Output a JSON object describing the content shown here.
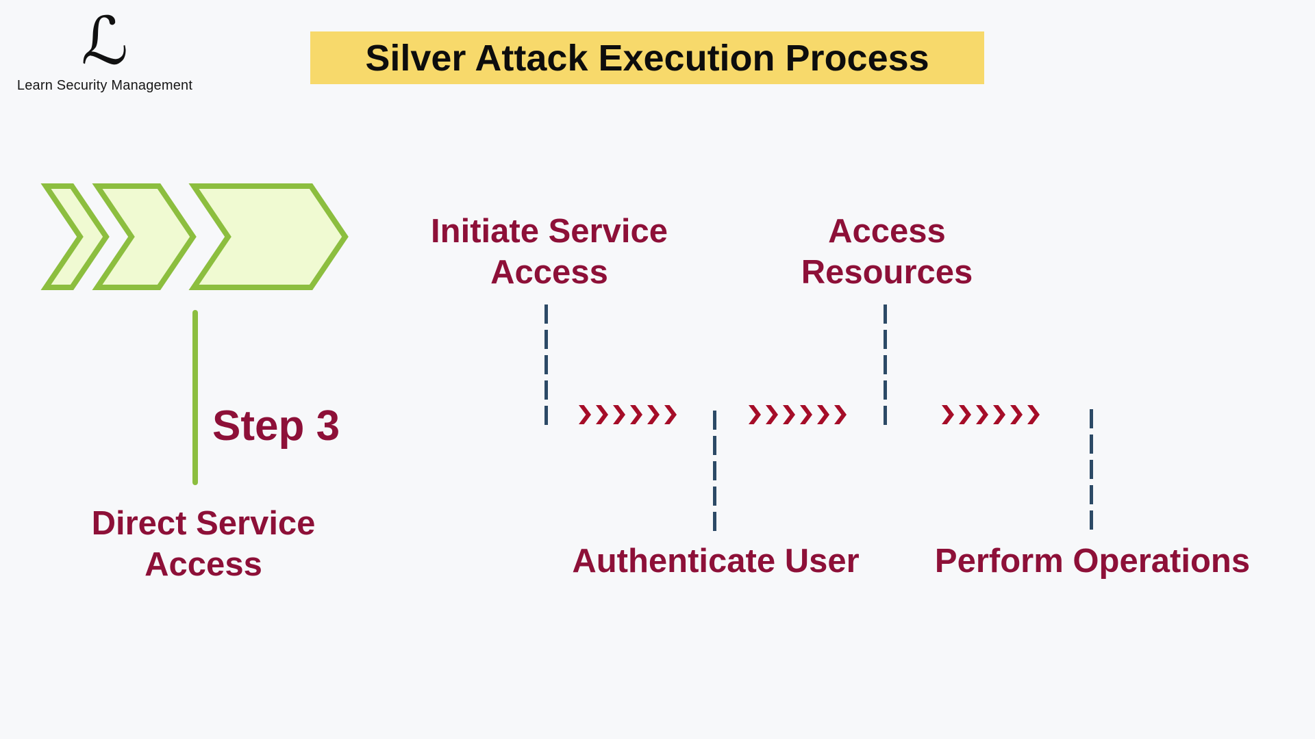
{
  "page": {
    "background_color": "#f7f8fa"
  },
  "logo": {
    "glyph": "ℒ",
    "name": "Learn Security Management"
  },
  "header": {
    "title": "Silver Attack Execution Process",
    "banner_color": "#f7d96b",
    "title_color": "#0d0d0d"
  },
  "step": {
    "title": "Step 3",
    "caption": "Direct Service\nAccess"
  },
  "flow": {
    "steps": [
      {
        "label": "Initiate Service\nAccess",
        "position": "top"
      },
      {
        "label": "Authenticate User",
        "position": "bottom"
      },
      {
        "label": "Access\nResources",
        "position": "top"
      },
      {
        "label": "Perform Operations",
        "position": "bottom"
      }
    ],
    "arrow_groups": [
      {
        "count": 6
      },
      {
        "count": 6
      },
      {
        "count": 6
      }
    ]
  },
  "colors": {
    "maroon_text": "#8d1038",
    "arrow_red": "#a50d28",
    "navy_dash": "#2c4a66",
    "chevron_stroke": "#8cbe3f",
    "chevron_fill": "#f0fad2",
    "banner_yellow": "#f7d96b"
  }
}
